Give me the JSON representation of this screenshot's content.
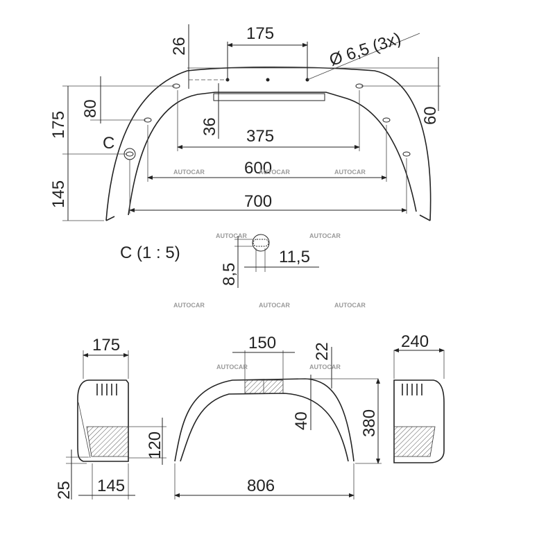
{
  "watermark": "AUTOCAR",
  "top_view": {
    "dims": {
      "d26": "26",
      "d175_top": "175",
      "hole_note": "Ø 6,5  (3x)",
      "d80": "80",
      "d175_left": "175",
      "d36": "36",
      "d375": "375",
      "d60": "60",
      "detail_ref": "C",
      "d600": "600",
      "d145": "145",
      "d700": "700"
    }
  },
  "detail_c": {
    "title": "C  (1 : 5)",
    "d8_5": "8,5",
    "d11_5": "11,5"
  },
  "bottom_views": {
    "left_side": {
      "d175": "175",
      "d120": "120",
      "d25": "25",
      "d145": "145"
    },
    "front": {
      "d150": "150",
      "d22": "22",
      "d40": "40",
      "d380": "380",
      "d806": "806"
    },
    "right_side": {
      "d240": "240"
    }
  }
}
